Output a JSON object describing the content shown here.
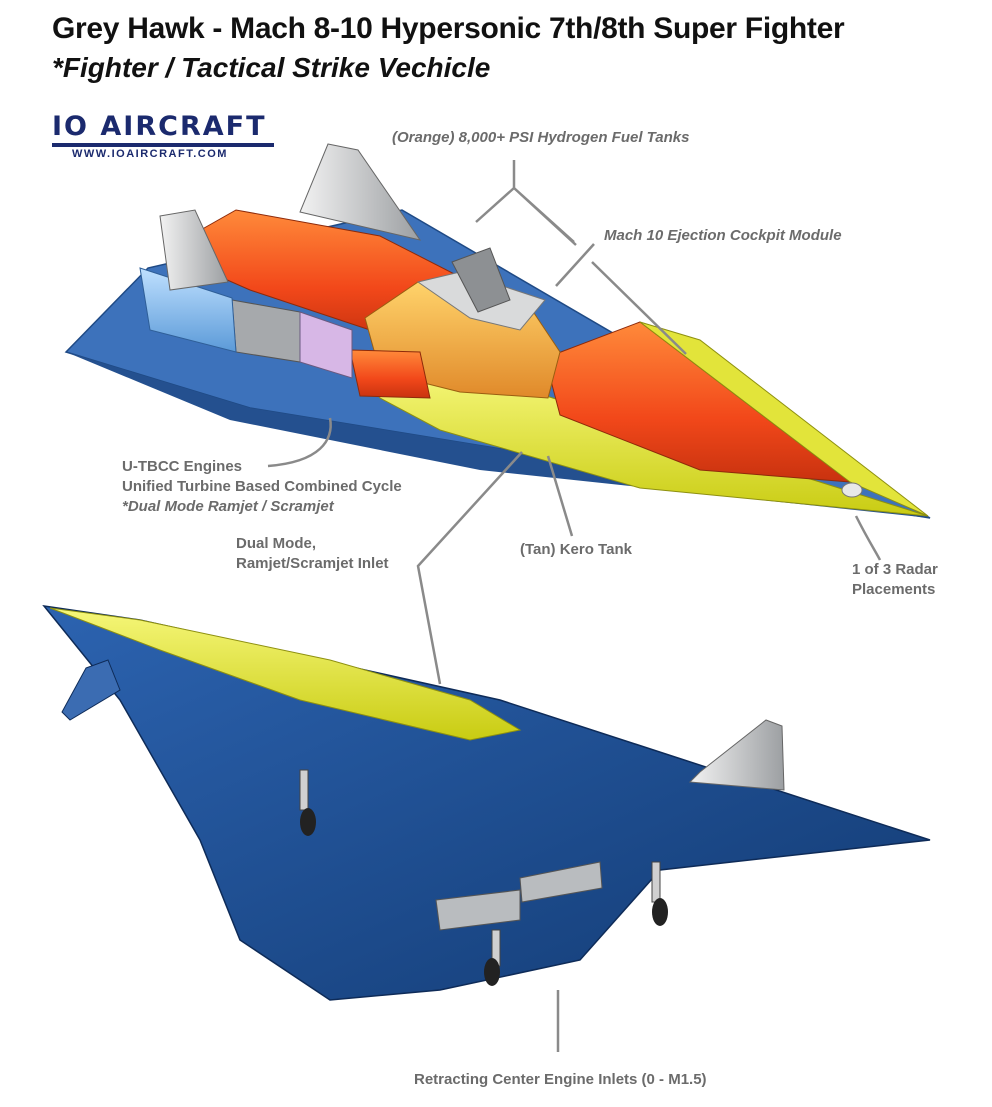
{
  "title": "Grey Hawk - Mach 8-10 Hypersonic 7th/8th Super Fighter",
  "subtitle": "*Fighter / Tactical Strike Vechicle",
  "logo": {
    "name": "IO AIRCRAFT",
    "url": "WWW.IOAIRCRAFT.COM"
  },
  "labels": {
    "fuel_tanks": "(Orange) 8,000+ PSI Hydrogen Fuel Tanks",
    "cockpit": "Mach 10 Ejection Cockpit Module",
    "engines_1": "U-TBCC Engines",
    "engines_2": "Unified Turbine Based Combined Cycle",
    "engines_3": "*Dual Mode Ramjet / Scramjet",
    "inlet_1": "Dual Mode,",
    "inlet_2": "Ramjet/Scramjet Inlet",
    "kero": "(Tan) Kero Tank",
    "radar_1": "1 of 3 Radar",
    "radar_2": "Placements",
    "center_inlets": "Retracting Center Engine Inlets (0 - M1.5)"
  },
  "colors": {
    "hull_blue": "#2f5fa6",
    "hull_dark": "#163f7a",
    "hydrogen_orange": "#f25a1e",
    "kero_tan": "#f0a13a",
    "inlet_yellow": "#e8ea2a",
    "fin_grey": "#c9cbcc",
    "leader_grey": "#8a8a8a"
  }
}
